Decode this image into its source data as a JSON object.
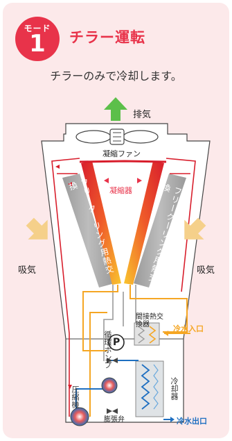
{
  "header": {
    "mode_label": "モード",
    "mode_number": "1",
    "title": "チラー運転",
    "subtitle": "チラーのみで冷却します。"
  },
  "labels": {
    "exhaust": "排気",
    "fan": "凝縮ファン",
    "condenser": "凝縮器",
    "free_cooling_left": "フリークーリング用熱交換",
    "free_cooling_right": "フリークーリング用熱交換",
    "intake_left": "吸気",
    "intake_right": "吸気",
    "indirect_hx": "間接熱交換器",
    "circ_pump": "循環ポンプ",
    "pump_symbol": "P",
    "chilled_in": "冷水入口",
    "chilled_out": "冷水出口",
    "compressor": "圧縮機",
    "expansion_valve": "膨張弁",
    "cooler": "冷却器"
  },
  "colors": {
    "accent": "#e8334a",
    "exhaust_arrow": "#5cbf4a",
    "intake_arrow": "#f5d08a",
    "water_in": "#f5a623",
    "water_out": "#1e6fc1",
    "panel": "#a6a6a6"
  }
}
